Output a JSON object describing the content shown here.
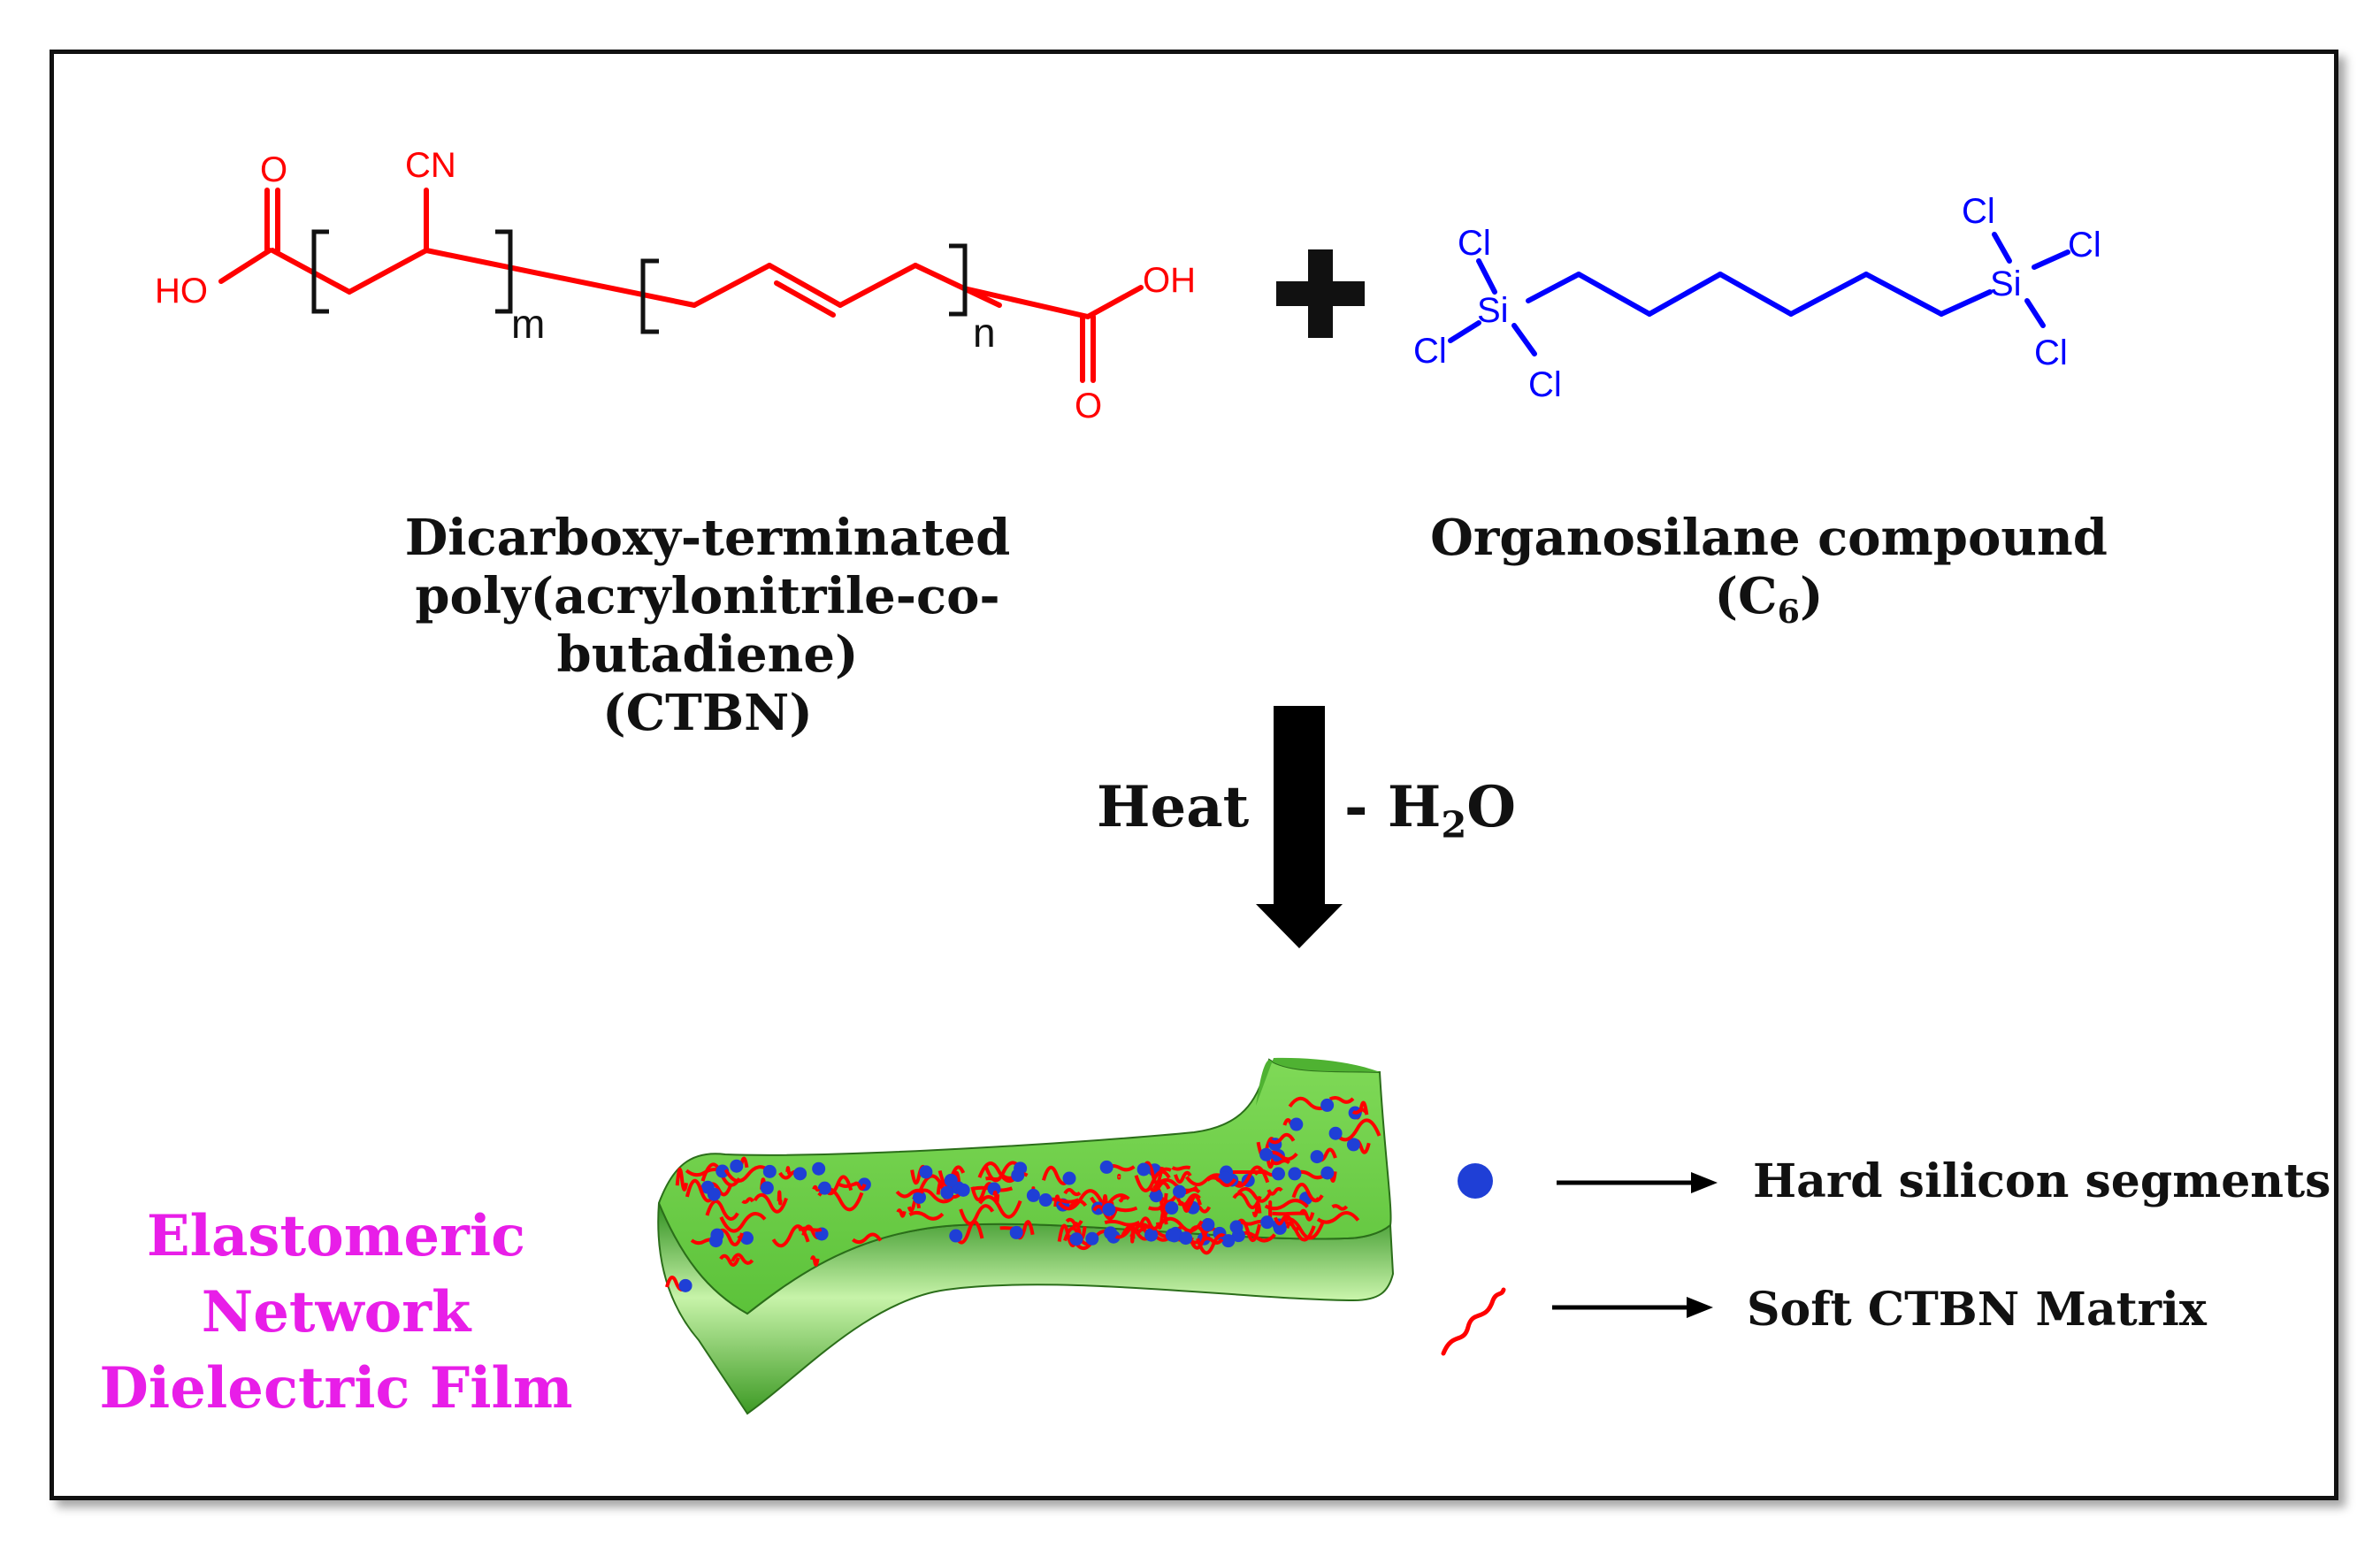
{
  "reactant_ctbn": {
    "caption_line1": "Dicarboxy-terminated",
    "caption_line2": "poly(acrylonitrile-co-butadiene)",
    "caption_line3": "(CTBN)",
    "atoms": {
      "ho": "HO",
      "o_left": "O",
      "cn": "CN",
      "m": "m",
      "n": "n",
      "oh": "OH",
      "o_right": "O"
    },
    "color": "#ff0000"
  },
  "plus_sign": "+",
  "reactant_silane": {
    "caption_line1": "Organosilane compound",
    "caption_c": "(C",
    "caption_sub": "6",
    "caption_close": ")",
    "atoms": {
      "si": "Si",
      "cl": "Cl"
    },
    "color": "#0000ff"
  },
  "reaction_arrow": {
    "left_label": "Heat",
    "right_label_prefix": "- H",
    "right_label_sub": "2",
    "right_label_suffix": "O"
  },
  "product": {
    "line1": "Elastomeric",
    "line2": "Network",
    "line3": "Dielectric Film",
    "color": "#e81ee8",
    "film_color": "#66cc44"
  },
  "legend": {
    "hard": {
      "label": "Hard silicon segments",
      "color": "#1f3fd6",
      "icon": "blue-dot-icon"
    },
    "soft": {
      "label": "Soft CTBN Matrix",
      "color": "#ff0000",
      "icon": "red-squiggle-icon"
    }
  }
}
